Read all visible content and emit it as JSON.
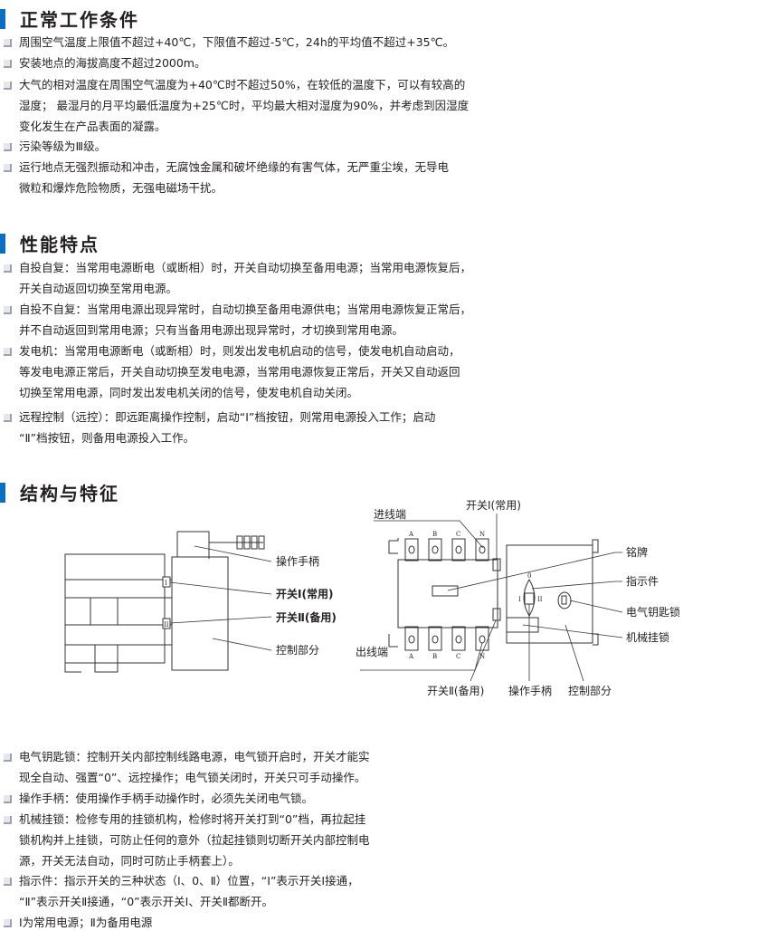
{
  "sections": [
    {
      "title": "正常工作条件",
      "items": [
        [
          "周围空气温度上限值不超过+40℃，下限值不超过-5℃，24h的平均值不超过+35℃。"
        ],
        [
          "安装地点的海拔高度不超过2000m。"
        ],
        [
          "大气的相对温度在周围空气温度为+40℃时不超过50%，在较低的温度下，可以有较高的",
          "湿度；  最湿月的月平均最低温度为+25℃时，平均最大相对湿度为90%，并考虑到因湿度",
          "变化发生在产品表面的凝露。"
        ],
        [
          "污染等级为Ⅲ级。"
        ],
        [
          "运行地点无强烈振动和冲击，无腐蚀金属和破坏绝缘的有害气体，无严重尘埃，无导电",
          "微粒和爆炸危险物质，无强电磁场干扰。"
        ]
      ]
    },
    {
      "title": "性能特点",
      "items": [
        [
          "自投自复：当常用电源断电（或断相）时，开关自动切换至备用电源；当常用电源恢复后，",
          "开关自动返回切换至常用电源。"
        ],
        [
          "自投不自复：当常用电源出现异常时，自动切换至备用电源供电；当常用电源恢复正常后，",
          "并不自动返回到常用电源；只有当备用电源出现异常时，才切换到常用电源。"
        ],
        [
          "发电机：当常用电源断电（或断相）时，则发出发电机启动的信号，使发电机自动启动，",
          "等发电电源正常后，开关自动切换至发电电源，当常用电源恢复正常后，开关又自动返回",
          "切换至常用电源，同时发出发电机关闭的信号，使发电机自动关闭。"
        ],
        [
          "远程控制（远控）：即远距离操作控制，启动“Ⅰ”档按钮，则常用电源投入工作；启动",
          "“Ⅱ”档按钮，则备用电源投入工作。"
        ]
      ]
    },
    {
      "title": "结构与特征",
      "items": [
        [
          "电气钥匙锁：控制开关内部控制线路电源，电气锁开启时，开关才能实",
          "现全自动、强置“0”、远控操作；电气锁关闭时，开关只可手动操作。"
        ],
        [
          "操作手柄：使用操作手柄手动操作时，必须先关闭电气锁。"
        ],
        [
          "机械挂锁：检修专用的挂锁机构，检修时将开关打到“0”档，再拉起挂",
          "锁机构并上挂锁，可防止任何的意外（拉起挂锁则切断开关内部控制电",
          "源，开关无法自动，同时可防止手柄套上）。"
        ],
        [
          "指示件：指示开关的三种状态（Ⅰ、0、Ⅱ）位置，“Ⅰ”表示开关Ⅰ接通，",
          "“Ⅱ”表示开关Ⅱ接通，“0”表示开关Ⅰ、开关Ⅱ都断开。"
        ],
        [
          "Ⅰ为常用电源；Ⅱ为备用电源"
        ]
      ]
    }
  ],
  "diagram": {
    "left": {
      "handle": "操作手柄",
      "sw1": "开关Ⅰ(常用)",
      "sw2": "开关Ⅱ(备用)",
      "control": "控制部分",
      "mark1": "I",
      "mark2": "II"
    },
    "right": {
      "in": "进线端",
      "out": "出线端",
      "sw1": "开关Ⅰ(常用)",
      "sw2": "开关Ⅱ(备用)",
      "nameplate": "铭牌",
      "indicator": "指示件",
      "keylock": "电气钥匙锁",
      "padlock": "机械挂锁",
      "handle": "操作手柄",
      "control": "控制部分",
      "poles": [
        "A",
        "B",
        "C",
        "N"
      ],
      "ind0": "0",
      "indI": "I",
      "indII": "II"
    }
  },
  "colors": {
    "accent": "#0a6fc2"
  }
}
